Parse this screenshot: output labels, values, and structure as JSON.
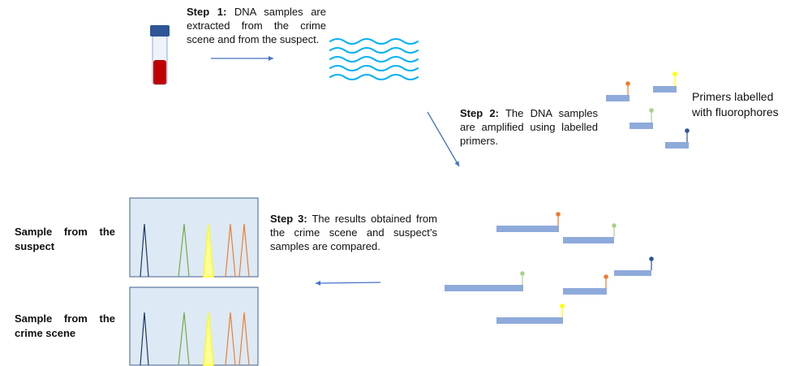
{
  "step1": {
    "label": "Step 1:",
    "text": "DNA samples are extracted from the crime scene and from the suspect."
  },
  "step2": {
    "label": "Step 2:",
    "text": "The DNA samples are amplified using labelled primers."
  },
  "step3": {
    "label": "Step 3:",
    "text": "The results obtained from the crime scene and suspect’s samples are compared."
  },
  "primers_label": {
    "line1": "Primers labelled",
    "line2": "with fluorophores"
  },
  "sample_suspect": {
    "line1": "Sample from the",
    "line2": "suspect"
  },
  "sample_crime": {
    "line1": "Sample from the",
    "line2": "crime scene"
  },
  "colors": {
    "arrow": "#4472c4",
    "primer_bar": "#8eaadb",
    "panel_fill": "#dde9f5",
    "panel_border": "#3f5f8f",
    "dna": "#00b0f0",
    "tube_cap": "#2f5597",
    "blood": "#c00000",
    "label_orange": "#ed7d31",
    "label_yellow": "#ffff00",
    "label_green": "#a9d18e",
    "label_blue": "#2e5597",
    "peak_navy": "#1f3864",
    "peak_green": "#70ad47",
    "peak_yellow": "#ffff00",
    "peak_orange": "#ed7d31"
  }
}
